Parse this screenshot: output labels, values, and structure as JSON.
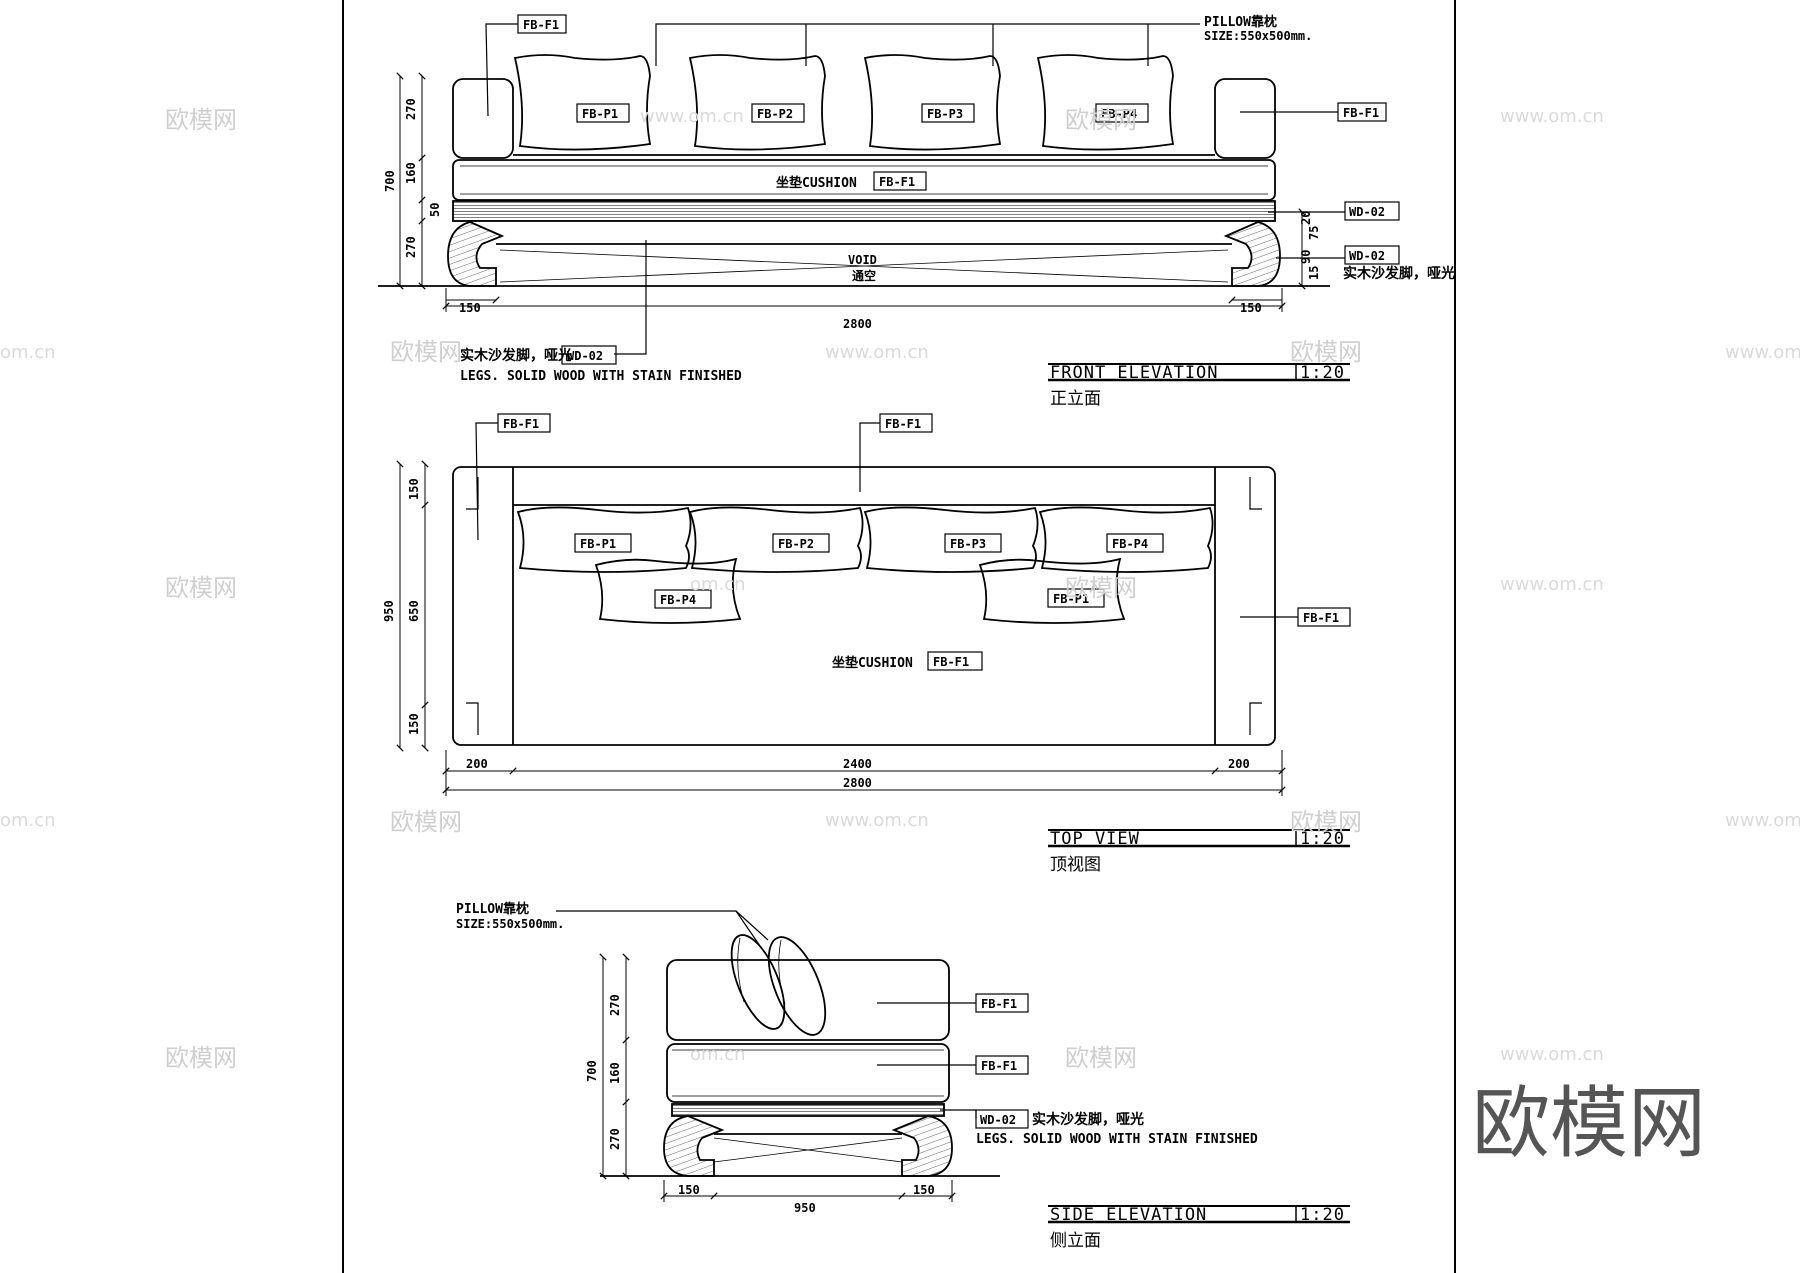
{
  "watermark": {
    "logo": "欧模网",
    "small_cn": "欧模网",
    "url": "www.om.cn",
    "url_cut": "om.cn"
  },
  "front": {
    "pillow_note": "PILLOW靠枕",
    "pillow_size": "SIZE:550x500mm.",
    "tag_fbf1": "FB-F1",
    "tags_pillows": [
      "FB-P1",
      "FB-P2",
      "FB-P3",
      "FB-P4"
    ],
    "cushion_cn": "坐垫CUSHION",
    "tag_wd02": "WD-02",
    "void_en": "VOID",
    "void_cn": "通空",
    "wood_cn": "实木沙发脚，哑光",
    "legs_note": "LEGS. SOLID WOOD WITH STAIN FINISHED",
    "dims_left": [
      "270",
      "160",
      "50",
      "270"
    ],
    "dim_total": "700",
    "dims_right": [
      "20",
      "75",
      "90",
      "15"
    ],
    "dim_leg_l": "150",
    "dim_leg_r": "150",
    "dim_width": "2800",
    "title": "FRONT ELEVATION",
    "scale": "1:20",
    "title_cn": "正立面"
  },
  "top": {
    "tag_fbf1": "FB-F1",
    "tags_row1": [
      "FB-P1",
      "FB-P2",
      "FB-P3",
      "FB-P4"
    ],
    "tags_row2": [
      "FB-P4",
      "FB-P1"
    ],
    "cushion_cn": "坐垫CUSHION",
    "dims_left": [
      "150",
      "650",
      "150"
    ],
    "dim_depth": "950",
    "dims_bottom": [
      "200",
      "2400",
      "200"
    ],
    "dim_width": "2800",
    "title": "TOP VIEW",
    "scale": "1:20",
    "title_cn": "顶视图"
  },
  "side": {
    "pillow_note": "PILLOW靠枕",
    "pillow_size": "SIZE:550x500mm.",
    "tag_fbf1": "FB-F1",
    "tag_wd02": "WD-02",
    "wood_cn": "实木沙发脚，哑光",
    "legs_note": "LEGS. SOLID WOOD WITH STAIN FINISHED",
    "dims_left": [
      "270",
      "160",
      "270"
    ],
    "dim_total": "700",
    "dims_bottom": [
      "150",
      "950",
      "150"
    ],
    "title": "SIDE ELEVATION",
    "scale": "1:20",
    "title_cn": "侧立面"
  }
}
